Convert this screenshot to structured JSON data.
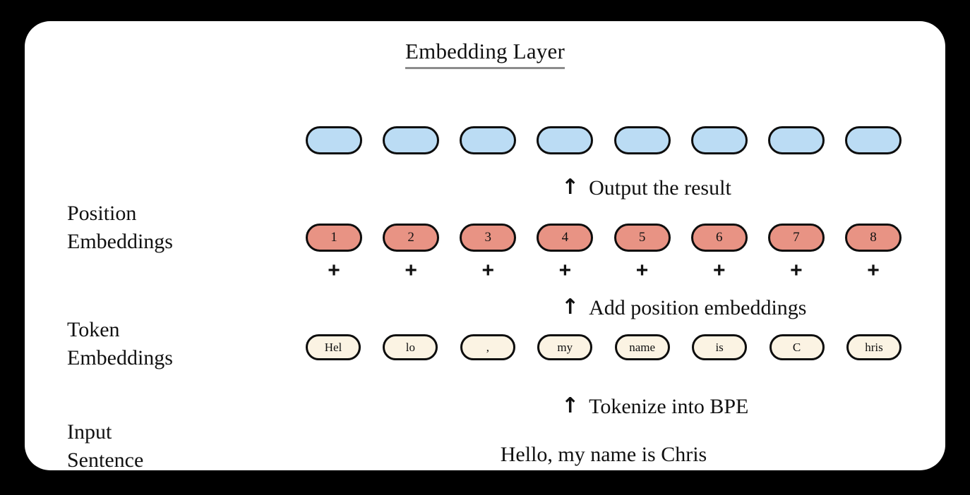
{
  "diagram": {
    "title": "Embedding Layer",
    "title_underline_color": "#8c8c8c",
    "card_background": "#ffffff",
    "page_background": "#000000"
  },
  "rows": {
    "output": {
      "count": 8,
      "fill_color": "#BBDCF4",
      "cells": [
        "",
        "",
        "",
        "",
        "",
        "",
        "",
        ""
      ]
    },
    "position": {
      "label_line1": "Position",
      "label_line2": "Embeddings",
      "fill_color": "#E89384",
      "cells": [
        "1",
        "2",
        "3",
        "4",
        "5",
        "6",
        "7",
        "8"
      ]
    },
    "plus": {
      "symbol": "+",
      "count": 8,
      "cells": [
        "+",
        "+",
        "+",
        "+",
        "+",
        "+",
        "+",
        "+"
      ]
    },
    "token": {
      "label_line1": "Token",
      "label_line2": "Embeddings",
      "fill_color": "#FBF3E3",
      "cells": [
        "Hel",
        "lo",
        ",",
        "my",
        "name",
        "is",
        "C",
        "hris"
      ]
    },
    "input": {
      "label_line1": "Input",
      "label_line2": "Sentence",
      "sentence": "Hello, my name is Chris"
    }
  },
  "annotations": {
    "arrow_glyph": "↑",
    "output": "Output the result",
    "add_position": "Add position embeddings",
    "tokenize": "Tokenize into BPE"
  }
}
